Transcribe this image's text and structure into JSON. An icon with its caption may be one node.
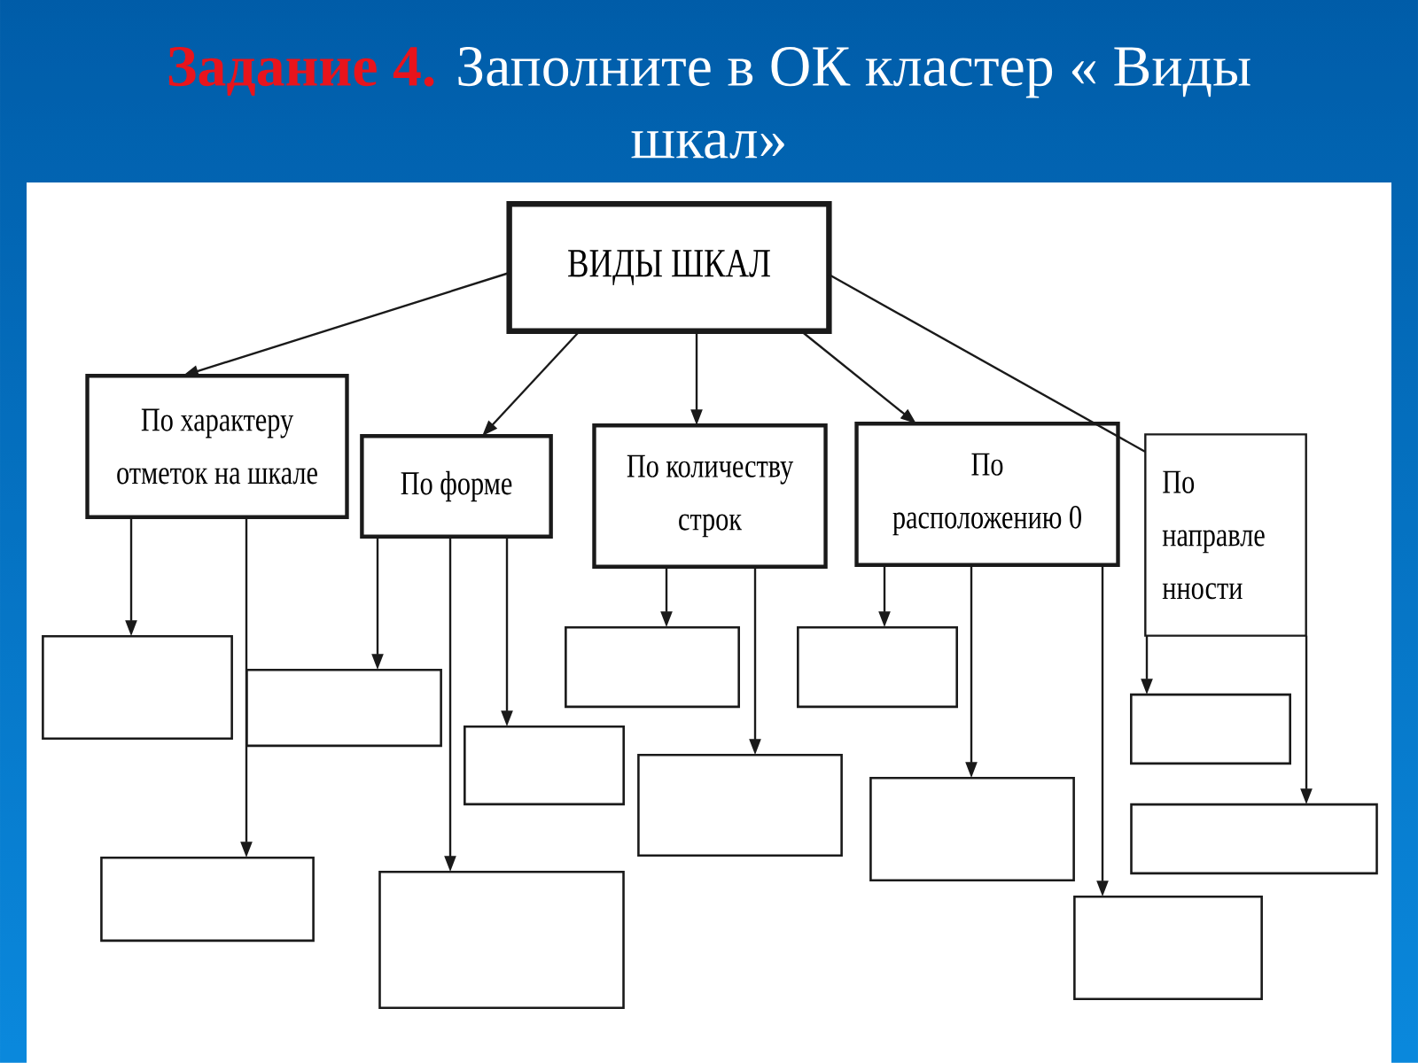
{
  "diagram": {
    "title": "**Задание 4.** Заполните в ОК кластер « Виды шкал»",
    "nodes": [
      {
        "text": [
          "ВИДЫ ШКАЛ"
        ]
      },
      {
        "text": [
          "По характеру отметок на шкале"
        ]
      },
      {
        "text": [
          "По форме"
        ]
      },
      {
        "text": [
          "По количеству строк"
        ]
      },
      {
        "text": [
          "По расположению 0"
        ]
      },
      {
        "text": [
          "По направле нности"
        ]
      },
      {
        "text": [],
        "shape": "box"
      },
      {
        "text": [],
        "shape": "box"
      },
      {
        "text": [],
        "shape": "box"
      },
      {
        "text": [],
        "shape": "box"
      },
      {
        "text": [],
        "shape": "box"
      },
      {
        "text": [],
        "shape": "box"
      },
      {
        "text": [],
        "shape": "box"
      },
      {
        "text": [],
        "shape": "box"
      },
      {
        "text": [],
        "shape": "box"
      },
      {
        "text": [],
        "shape": "box"
      },
      {
        "text": [],
        "shape": "box"
      },
      {
        "text": [],
        "shape": "box"
      }
    ],
    "edges": [
      {
        "from": 0,
        "to": 1,
        "arrow": "to"
      },
      {
        "from": 0,
        "to": 2,
        "arrow": "to"
      },
      {
        "from": 0,
        "to": 3,
        "arrow": "to"
      },
      {
        "from": 0,
        "to": 4,
        "arrow": "to"
      },
      {
        "from": 0,
        "to": 5,
        "arrow": "none"
      },
      {
        "from": 1,
        "to": 6,
        "arrow": "to"
      },
      {
        "from": 1,
        "to": 7,
        "arrow": "to"
      },
      {
        "from": 2,
        "to": 8,
        "arrow": "to"
      },
      {
        "from": 2,
        "to": 9,
        "arrow": "to"
      },
      {
        "from": 2,
        "to": 10,
        "arrow": "to"
      },
      {
        "from": 3,
        "to": 11,
        "arrow": "to"
      },
      {
        "from": 3,
        "to": 12,
        "arrow": "to"
      },
      {
        "from": 4,
        "to": 13,
        "arrow": "to"
      },
      {
        "from": 4,
        "to": 14,
        "arrow": "to"
      },
      {
        "from": 4,
        "to": 15,
        "arrow": "to"
      },
      {
        "from": 5,
        "to": 16,
        "arrow": "to"
      },
      {
        "from": 5,
        "to": 17,
        "arrow": "to"
      }
    ]
  }
}
